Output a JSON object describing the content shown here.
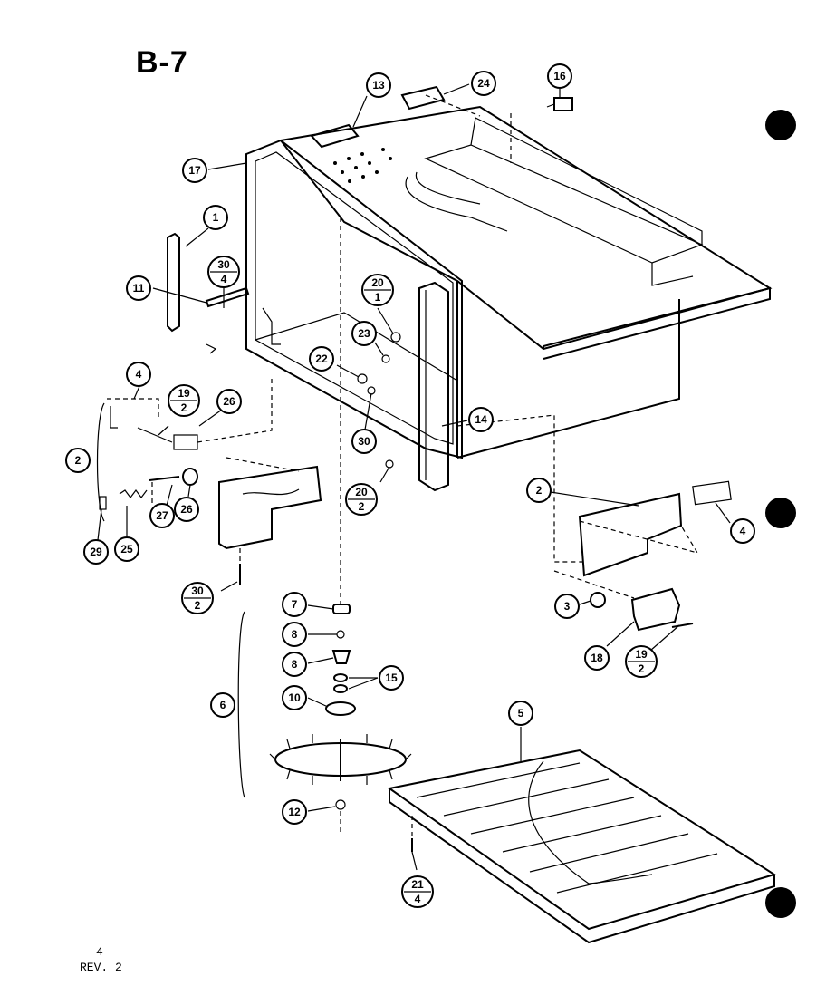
{
  "page": {
    "title": "B-7",
    "page_number": "4",
    "revision": "REV. 2"
  },
  "callouts": [
    {
      "id": "c1",
      "label": "1"
    },
    {
      "id": "c2a",
      "label": "2"
    },
    {
      "id": "c2b",
      "label": "2"
    },
    {
      "id": "c3",
      "label": "3"
    },
    {
      "id": "c4a",
      "label": "4"
    },
    {
      "id": "c4b",
      "label": "4"
    },
    {
      "id": "c5",
      "label": "5"
    },
    {
      "id": "c6",
      "label": "6"
    },
    {
      "id": "c7",
      "label": "7"
    },
    {
      "id": "c8a",
      "label": "8"
    },
    {
      "id": "c8b",
      "label": "8"
    },
    {
      "id": "c10",
      "label": "10"
    },
    {
      "id": "c11",
      "label": "11"
    },
    {
      "id": "c12",
      "label": "12"
    },
    {
      "id": "c13",
      "label": "13"
    },
    {
      "id": "c14",
      "label": "14"
    },
    {
      "id": "c15",
      "label": "15"
    },
    {
      "id": "c16",
      "label": "16"
    },
    {
      "id": "c17",
      "label": "17"
    },
    {
      "id": "c18",
      "label": "18"
    },
    {
      "id": "c22",
      "label": "22"
    },
    {
      "id": "c23",
      "label": "23"
    },
    {
      "id": "c24",
      "label": "24"
    },
    {
      "id": "c25",
      "label": "25"
    },
    {
      "id": "c26a",
      "label": "26"
    },
    {
      "id": "c26b",
      "label": "26"
    },
    {
      "id": "c27",
      "label": "27"
    },
    {
      "id": "c29",
      "label": "29"
    },
    {
      "id": "c30",
      "label": "30"
    }
  ],
  "fraction_callouts": [
    {
      "id": "f30_4",
      "num": "30",
      "den": "4"
    },
    {
      "id": "f20_1",
      "num": "20",
      "den": "1"
    },
    {
      "id": "f19_2a",
      "num": "19",
      "den": "2"
    },
    {
      "id": "f20_2",
      "num": "20",
      "den": "2"
    },
    {
      "id": "f30_2",
      "num": "30",
      "den": "2"
    },
    {
      "id": "f19_2b",
      "num": "19",
      "den": "2"
    },
    {
      "id": "f21_4",
      "num": "21",
      "den": "4"
    }
  ]
}
